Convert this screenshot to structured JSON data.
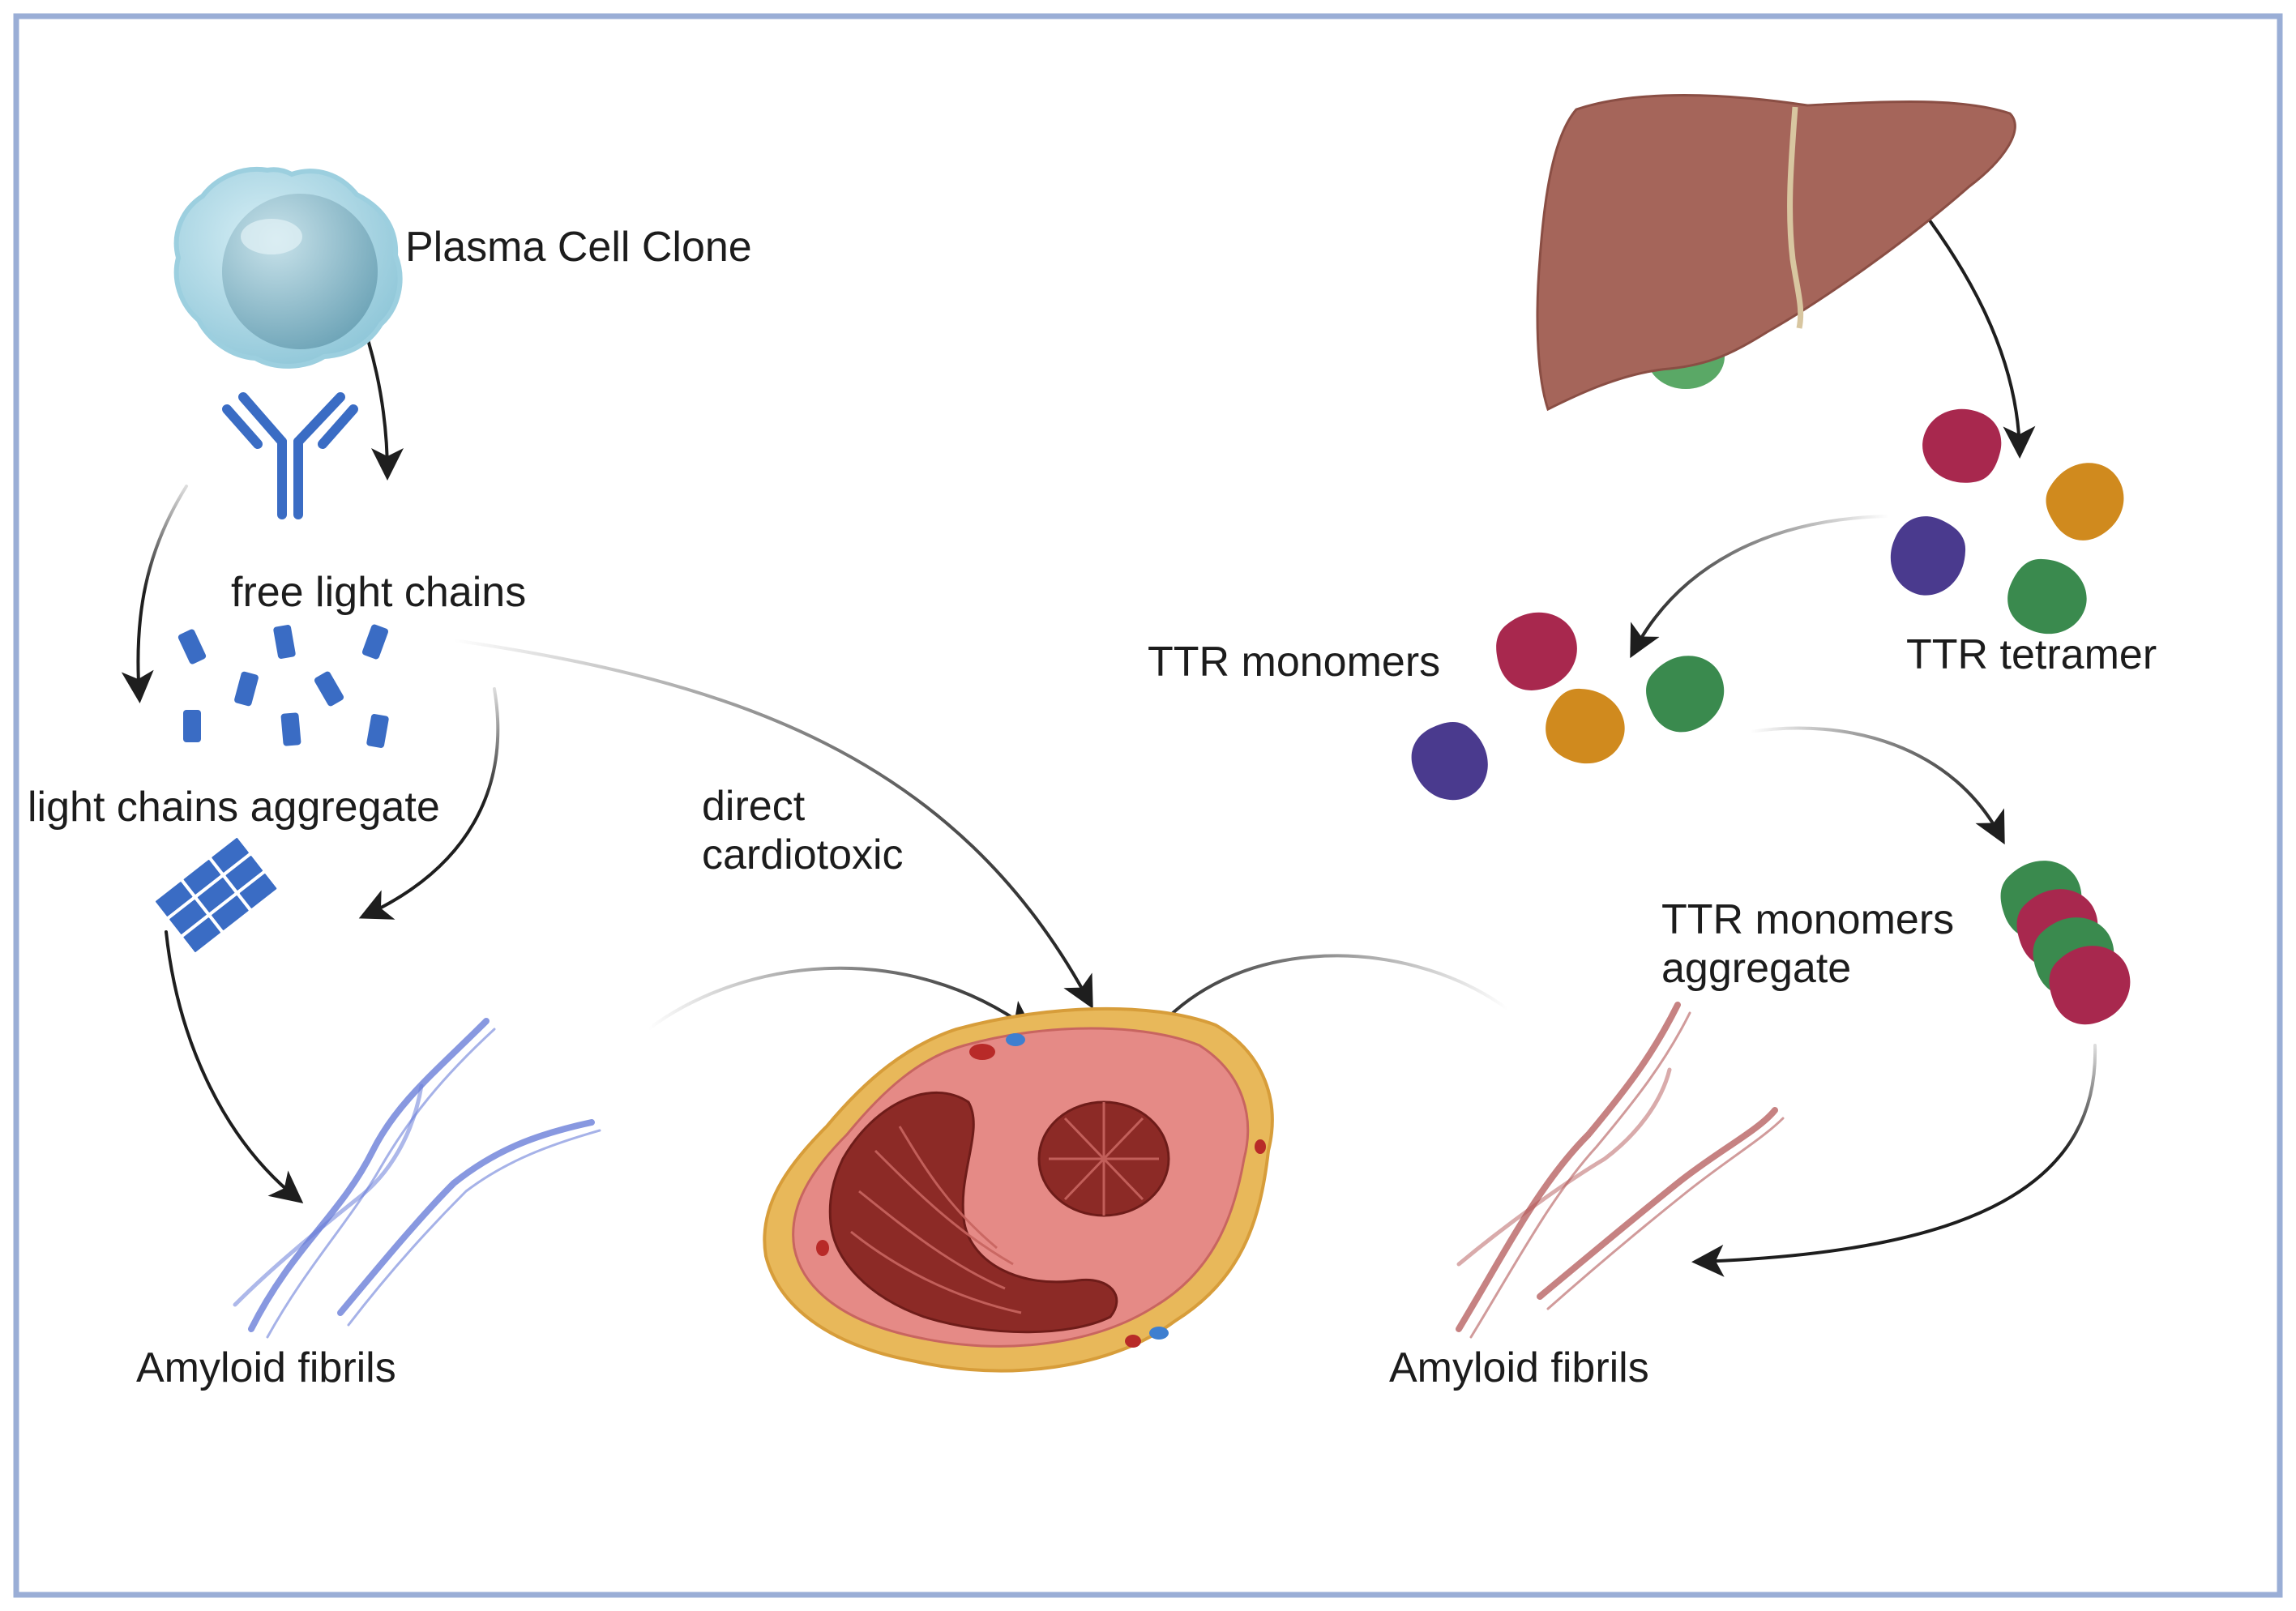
{
  "labels": {
    "plasma_cell_clone": "Plasma Cell Clone",
    "free_light_chains": "free light chains",
    "light_chains_aggregate": "light chains aggregate",
    "direct": "direct",
    "cardiotoxic": "cardiotoxic",
    "amyloid_fibrils_left": "Amyloid fibrils",
    "amyloid_fibrils_right": "Amyloid fibrils",
    "ttr_tetramer": "TTR tetramer",
    "ttr_monomers": "TTR monomers",
    "ttr_monomers_aggregate_1": "TTR monomers",
    "ttr_monomers_aggregate_2": "aggregate"
  },
  "colors": {
    "frame": "#9aaed6",
    "arrow": "#1e1e1e",
    "plasma_cell": "#bfe3ee",
    "light_chain": "#3a6cc4",
    "liver": "#a5655a",
    "gallbladder": "#5aa866",
    "ttr_crimson": "#a8284e",
    "ttr_orange": "#d08a1e",
    "ttr_purple": "#4a3a8e",
    "ttr_green": "#3a8a4e",
    "fibril_blue": "#6a7ed8",
    "fibril_red": "#b35858",
    "heart_fat": "#e8b85a",
    "heart_muscle": "#e58a86",
    "heart_chamber": "#8c2a26"
  }
}
